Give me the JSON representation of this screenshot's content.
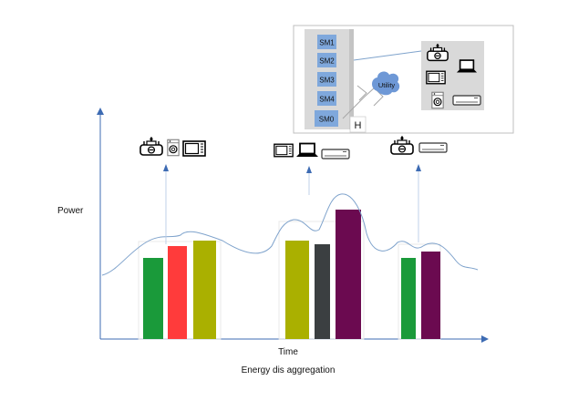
{
  "labels": {
    "y_axis": "Power",
    "x_axis": "Time",
    "caption": "Energy dis aggregation"
  },
  "inset": {
    "meters": [
      "SM1",
      "SM2",
      "SM3",
      "SM4",
      "SM0"
    ],
    "utility": "Utility",
    "house": "H",
    "appliance_icons": [
      "stove-icon",
      "microwave-icon",
      "laptop-icon",
      "washer-icon",
      "air-conditioner-icon"
    ]
  },
  "groups": [
    {
      "icons": [
        "stove-icon",
        "washer-icon",
        "microwave-icon"
      ]
    },
    {
      "icons": [
        "microwave-icon",
        "laptop-icon",
        "air-conditioner-icon"
      ]
    },
    {
      "icons": [
        "stove-icon",
        "air-conditioner-icon"
      ]
    }
  ],
  "colors": {
    "axis": "#3d6bb3",
    "signal": "#7fa3cc",
    "meter_fill": "#7fa8dc",
    "bar_green": "#1a9a3a",
    "bar_red": "#ff3b3b",
    "bar_olive": "#aab000",
    "bar_gray": "#3b3f41",
    "bar_purple": "#6b0a50"
  }
}
